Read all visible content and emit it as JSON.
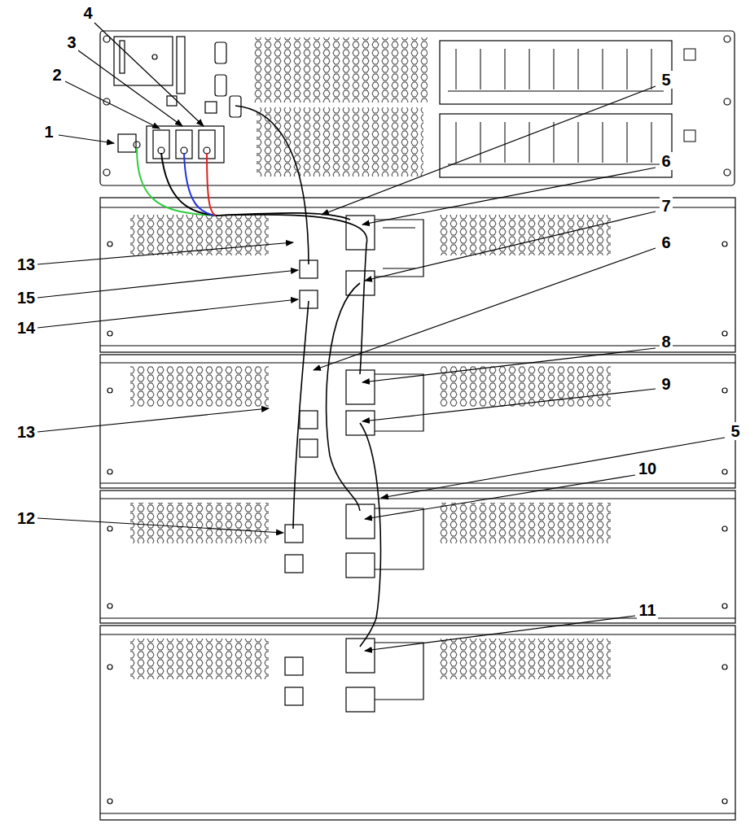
{
  "diagram": {
    "labels": [
      "4",
      "3",
      "5",
      "2",
      "1",
      "6",
      "13",
      "7",
      "15",
      "6",
      "14",
      "13",
      "8",
      "9",
      "5",
      "10",
      "12",
      "11"
    ]
  }
}
